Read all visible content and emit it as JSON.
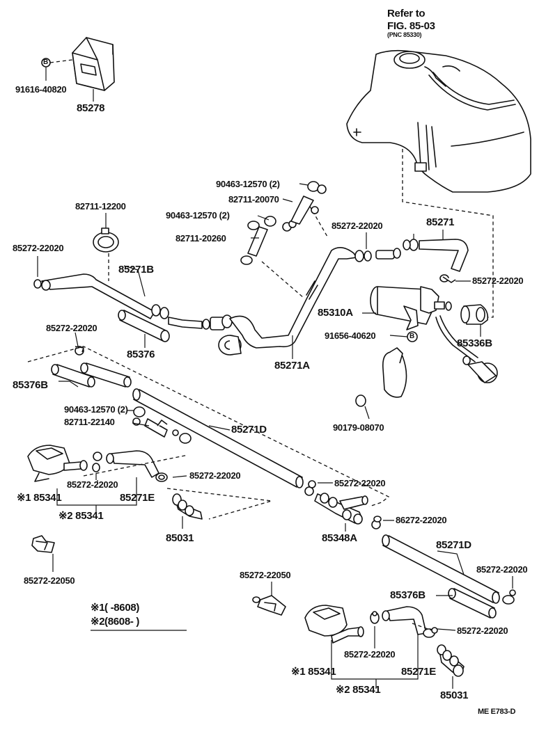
{
  "reference": {
    "refer_to": "Refer to",
    "fig": "FIG. 85-03",
    "pnc": "(PNC 85330)"
  },
  "footer_code": "ME  E783-D",
  "legend": {
    "mark1": "※1",
    "range1": "(        -8608)",
    "mark2": "※2",
    "range2": "(8608-        )"
  },
  "labels": {
    "p91616": "91616-40820",
    "p85278": "85278",
    "p90463a": "90463-12570 (2)",
    "p82711_20070": "82711-20070",
    "p90463b": "90463-12570 (2)",
    "p82711_20260": "82711-20260",
    "p82711_12200": "82711-12200",
    "p85272_a": "85272-22020",
    "p85271B": "85271B",
    "p85376a": "85376",
    "p85272_b": "85272-22020",
    "p85376B_a": "85376B",
    "p90463c": "90463-12570 (2)",
    "p82711_22140": "82711-22140",
    "p85271D_a": "85271D",
    "p85272_c": "85272-22020",
    "p85272_d": "85272-22020",
    "p85341_1a": "※1 85341",
    "p85271E_a": "85271E",
    "p85341_2a": "※2 85341",
    "p85031_a": "85031",
    "p85272_22050_a": "85272-22050",
    "p85272_e": "85272-22020",
    "p85271": "85271",
    "p85272_f": "85272-22020",
    "p85310A": "85310A",
    "p91656": "91656-40620",
    "p85336B": "85336B",
    "p85271A": "85271A",
    "p90179": "90179-08070",
    "p85272_g": "85272-22020",
    "p85348A": "85348A",
    "p86272": "86272-22020",
    "p85271D_b": "85271D",
    "p85272_h": "85272-22020",
    "p85376B_b": "85376B",
    "p85272_22050_b": "85272-22050",
    "p85272_i": "85272-22020",
    "p85272_j": "85272-22020",
    "p85341_1b": "※1 85341",
    "p85271E_b": "85271E",
    "p85341_2b": "※2 85341",
    "p85031_b": "85031"
  },
  "callouts": {
    "b1": "B",
    "b2": "B"
  }
}
